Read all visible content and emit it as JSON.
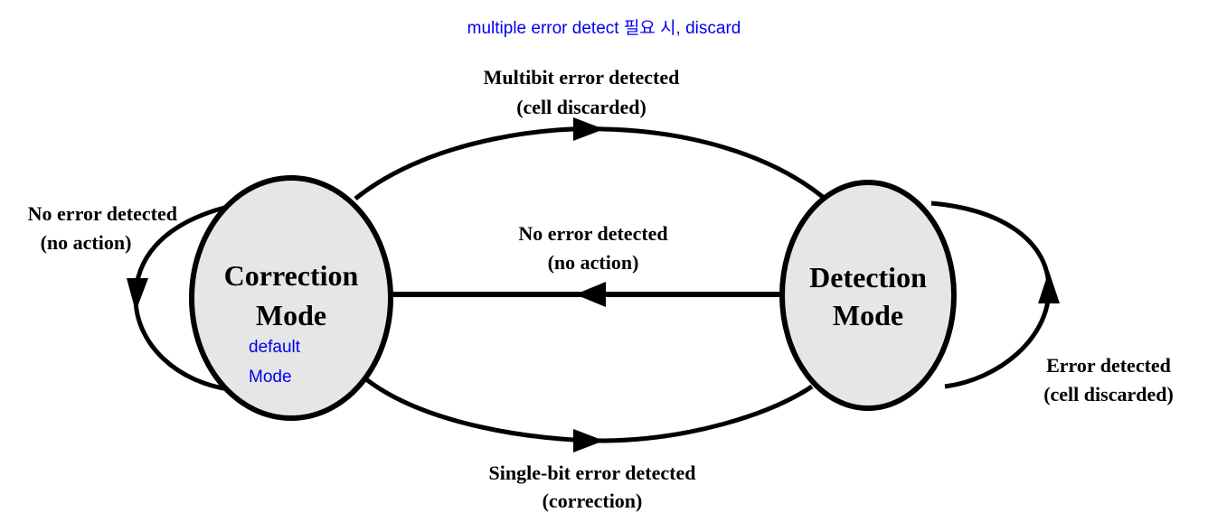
{
  "header_note": "multiple error detect 필요 시, discard",
  "states": {
    "correction": {
      "line1": "Correction",
      "line2": "Mode",
      "note_line1": "default",
      "note_line2": "Mode"
    },
    "detection": {
      "line1": "Detection",
      "line2": "Mode"
    }
  },
  "transitions": {
    "multibit": {
      "line1": "Multibit error detected",
      "line2": "(cell discarded)"
    },
    "no_error_middle": {
      "line1": "No error detected",
      "line2": "(no action)"
    },
    "single_bit": {
      "line1": "Single-bit error detected",
      "line2": "(correction)"
    },
    "self_correction": {
      "line1": "No error detected",
      "line2": "(no action)"
    },
    "self_detection": {
      "line1": "Error detected",
      "line2": "(cell discarded)"
    }
  },
  "colors": {
    "note": "#0000ee",
    "state_fill": "#e6e6e6",
    "stroke": "#000000"
  }
}
